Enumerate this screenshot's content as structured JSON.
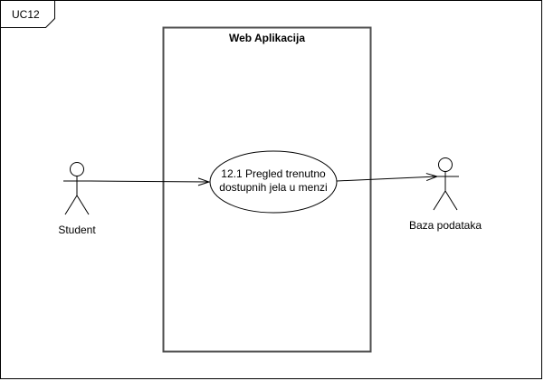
{
  "frame": {
    "label": "UC12"
  },
  "system": {
    "title": "Web Aplikacija"
  },
  "use_case": {
    "line1": "12.1 Pregled trenutno",
    "line2": "dostupnih jela u menzi"
  },
  "actors": {
    "student": "Student",
    "database": "Baza podataka"
  },
  "colors": {
    "stroke": "#000000",
    "background": "#ffffff",
    "system_border": "#4d4d4d"
  }
}
